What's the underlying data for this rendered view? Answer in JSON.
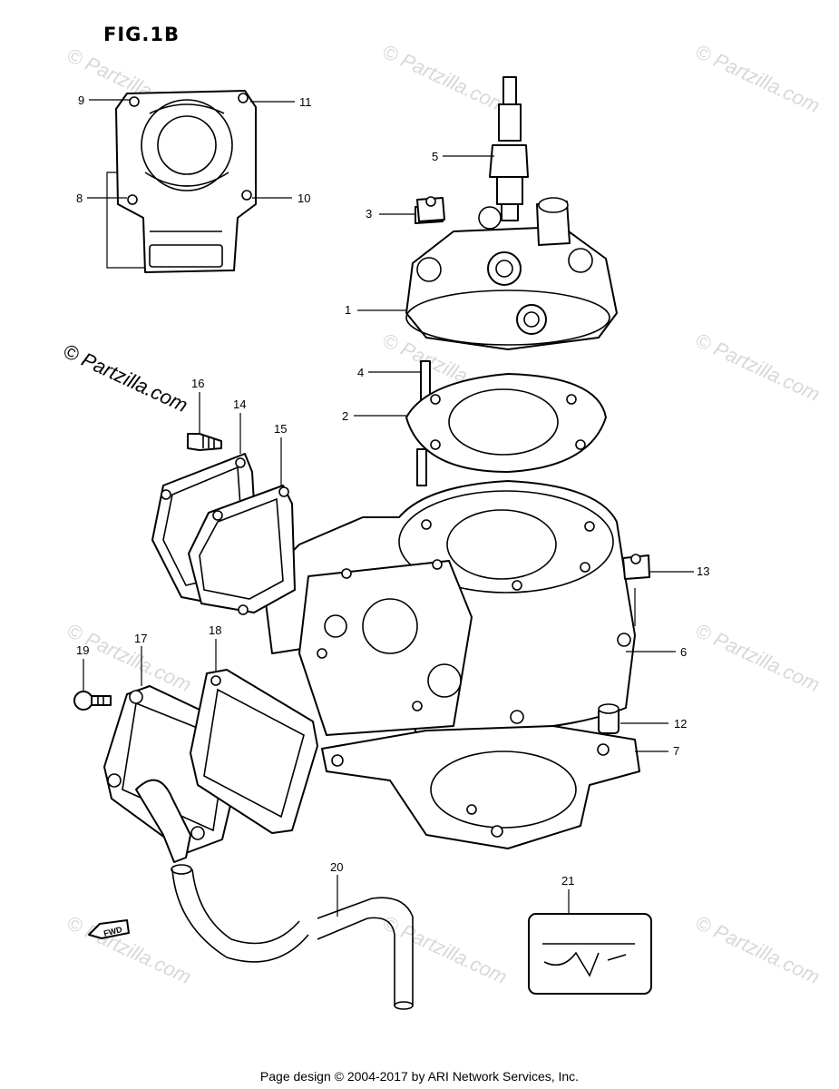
{
  "figure_title": "FIG.1B",
  "callouts": [
    "1",
    "2",
    "3",
    "4",
    "5",
    "6",
    "7",
    "8",
    "9",
    "10",
    "11",
    "12",
    "13",
    "14",
    "15",
    "16",
    "17",
    "18",
    "19",
    "20",
    "21"
  ],
  "watermark_text": "© Partzilla.com",
  "watermark_text_short": "Partzilla.com",
  "fwd_label": "FWD",
  "footer": "Page design © 2004-2017 by ARI Network Services, Inc."
}
